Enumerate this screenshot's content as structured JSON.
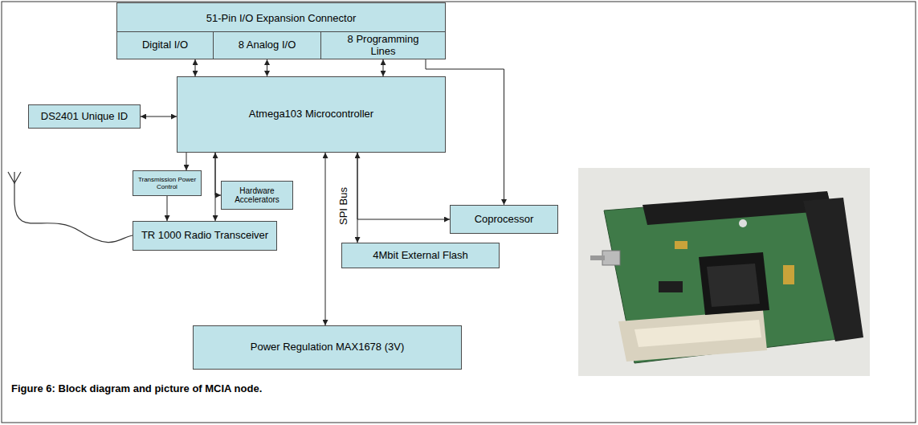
{
  "diagram": {
    "caption": "Figure 6: Block diagram and picture of MCIA node.",
    "nodes": [
      {
        "text": [
          "51-Pin I/O Expansion Connector"
        ]
      },
      {
        "text": [
          "Digital I/O"
        ],
        "in": 0
      },
      {
        "text": [
          "8 Analog I/O"
        ],
        "in": 0
      },
      {
        "text": [
          "8 Programming Lines"
        ],
        "in": 0
      },
      {
        "text": [
          "Atmega103 Microcontroller"
        ]
      },
      {
        "text": [
          "DS2401 Unique ID"
        ]
      },
      {
        "text": [
          "Transmission Power Control"
        ]
      },
      {
        "text": [
          "Hardware Accelerators"
        ]
      },
      {
        "text": [
          "TR 1000 Radio Transceiver"
        ]
      },
      {
        "text": [
          "Coprocessor"
        ]
      },
      {
        "text": [
          "4Mbit External Flash"
        ]
      },
      {
        "text": [
          "Power Regulation MAX1678 (3V)"
        ]
      }
    ],
    "edges": [
      {
        "from": 1,
        "to": 4,
        "arrow": "both"
      },
      {
        "from": 2,
        "to": 4,
        "arrow": "both"
      },
      {
        "from": 3,
        "to": 4,
        "arrow": "both"
      },
      {
        "from": 3,
        "to": 9,
        "arrow": "to"
      },
      {
        "from": 5,
        "to": 4,
        "arrow": "both"
      },
      {
        "from": 4,
        "to": 6,
        "arrow": "to"
      },
      {
        "from": 6,
        "to": 8,
        "arrow": "to"
      },
      {
        "from": 4,
        "to": 8,
        "arrow": "both"
      },
      {
        "from": 4,
        "to": 7,
        "arrow": "to"
      },
      {
        "from": 4,
        "to": 11,
        "arrow": "both"
      },
      {
        "from": 4,
        "to": 10,
        "arrow": "both"
      },
      {
        "from": 4,
        "to": 9,
        "arrow": "to"
      }
    ],
    "labels": [
      "SPI Bus"
    ]
  }
}
